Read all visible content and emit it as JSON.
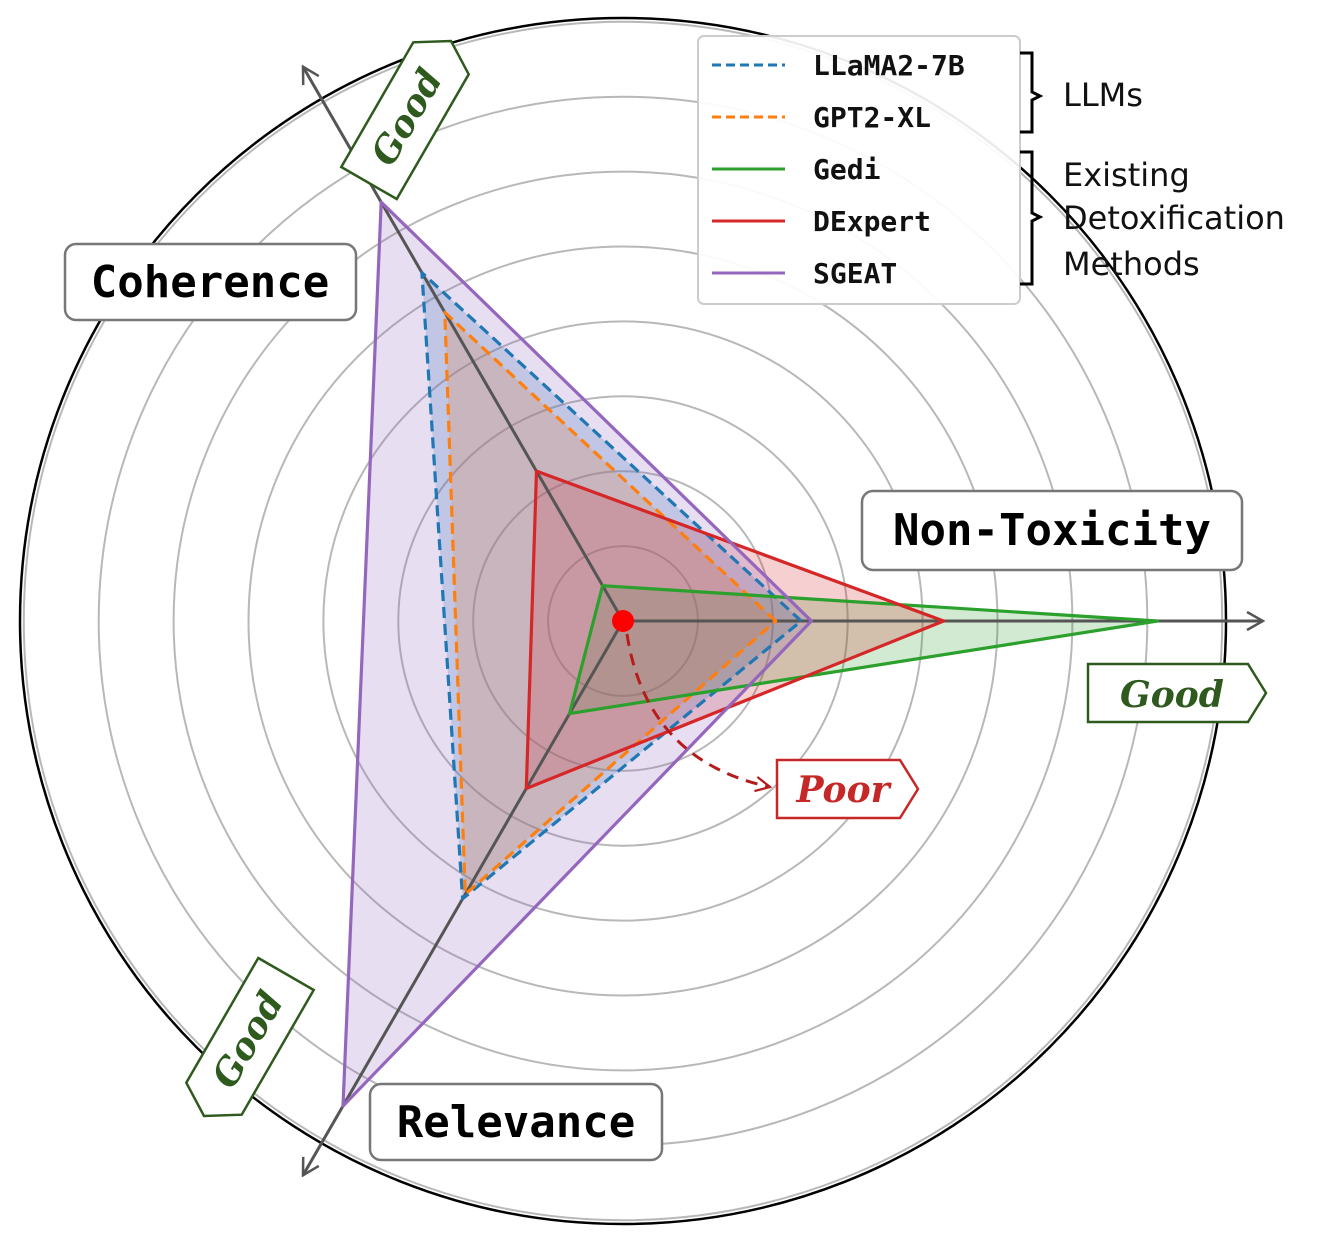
{
  "chart_data": {
    "type": "radar",
    "axes": [
      "Non-Toxicity",
      "Coherence",
      "Relevance"
    ],
    "series": [
      {
        "name": "LLaMA2-7B",
        "color": "#1f77b4",
        "style": "dashed",
        "values": [
          0.35,
          0.79,
          0.63
        ]
      },
      {
        "name": "GPT2-XL",
        "color": "#ff7f0e",
        "style": "dashed",
        "values": [
          0.3,
          0.7,
          0.62
        ]
      },
      {
        "name": "Gedi",
        "color": "#2ca02c",
        "style": "solid",
        "values": [
          1.05,
          0.08,
          0.21
        ]
      },
      {
        "name": "DExpert",
        "color": "#d62728",
        "style": "solid",
        "values": [
          0.63,
          0.34,
          0.38
        ]
      },
      {
        "name": "SGEAT",
        "color": "#9467bd",
        "style": "solid",
        "values": [
          0.37,
          0.95,
          1.1
        ]
      }
    ],
    "rlim": [
      0,
      1.1
    ],
    "grid": true,
    "legend": {
      "position": "top-right",
      "groups": [
        {
          "label": "LLMs",
          "members": [
            "LLaMA2-7B",
            "GPT2-XL"
          ]
        },
        {
          "label_lines": [
            "Existing",
            "Detoxification",
            "Methods"
          ],
          "members": [
            "Gedi",
            "DExpert",
            "SGEAT"
          ]
        }
      ]
    },
    "annotations": {
      "good_label": "Good",
      "poor_label": "Poor"
    }
  }
}
